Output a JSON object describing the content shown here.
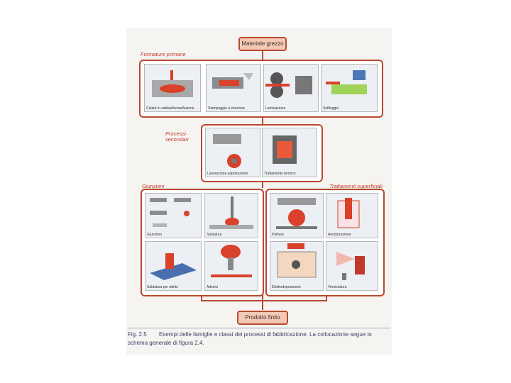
{
  "top_box": {
    "label": "Materiale grezzo"
  },
  "bottom_box": {
    "label": "Prodotto finito"
  },
  "sections": {
    "formatura": "Formature primarie",
    "secondari": "Processi\nsecondari",
    "giunzioni": "Giunzioni",
    "trattamenti": "Trattamenti superficiali"
  },
  "panels": {
    "p1": "Colata in sabbia/forma/fusione",
    "p2": "Stampaggio a iniezione",
    "p3": "Laminazione",
    "p4": "Soffiaggio",
    "p5": "Lavorazione asportazione",
    "p6": "Trattamento termico",
    "p7": "Giunzioni",
    "p8": "Saldatura",
    "p9": "Saldatura per attrito",
    "p10": "Adesivi",
    "p11": "Pulitura",
    "p12": "Anodizzazione",
    "p13": "Elettrodeposizione",
    "p14": "Verniciatura"
  },
  "caption": {
    "fig": "Fig. 2.5",
    "text": "Esempi delle famiglie e classi dei processi di fabbricazione. La collocazione segue lo schema generale di figura 2.4."
  }
}
